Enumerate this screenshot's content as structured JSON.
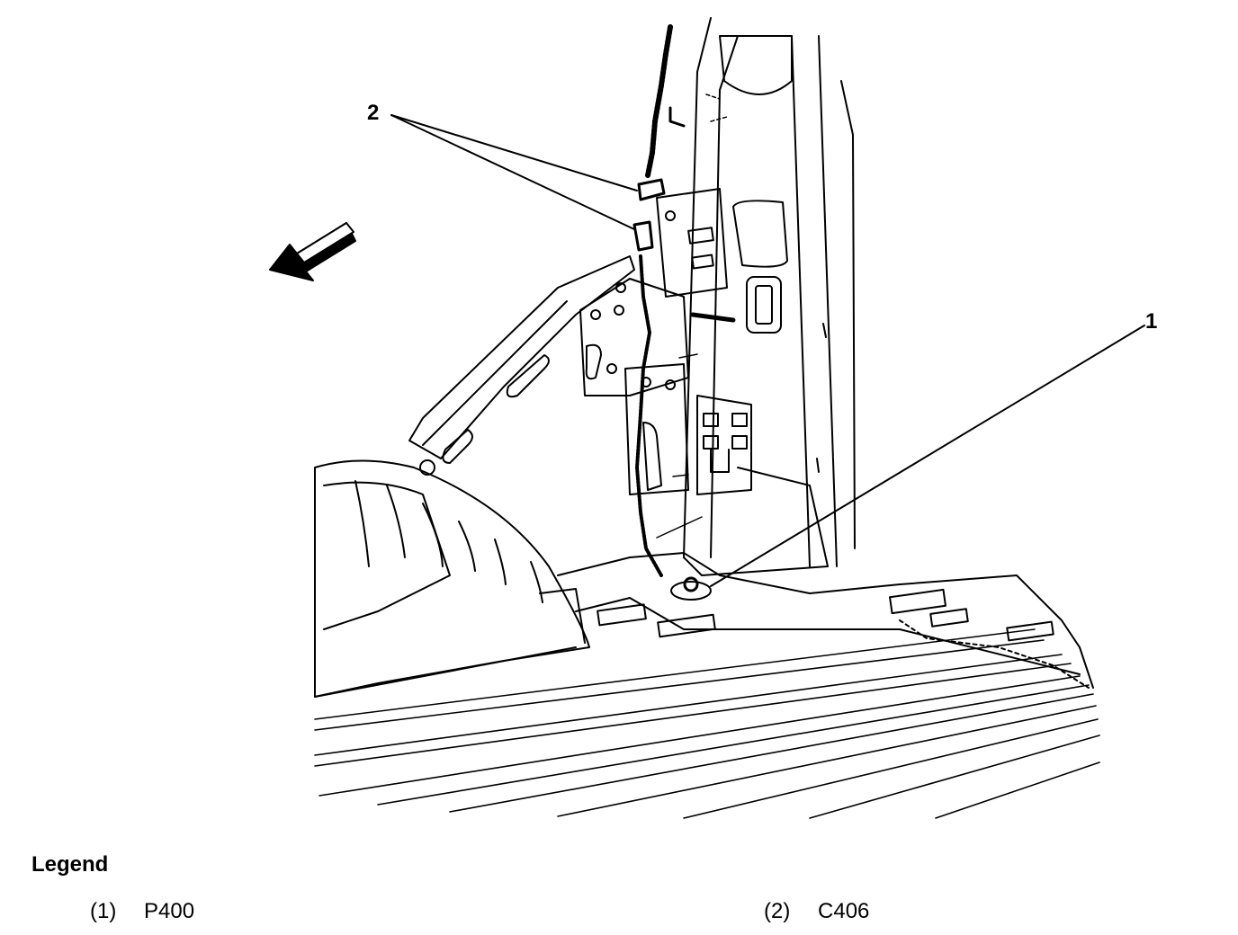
{
  "callouts": [
    {
      "number": "1"
    },
    {
      "number": "2"
    }
  ],
  "legend": {
    "title": "Legend",
    "items": [
      {
        "number": "(1)",
        "label": "P400"
      },
      {
        "number": "(2)",
        "label": "C406"
      }
    ]
  }
}
